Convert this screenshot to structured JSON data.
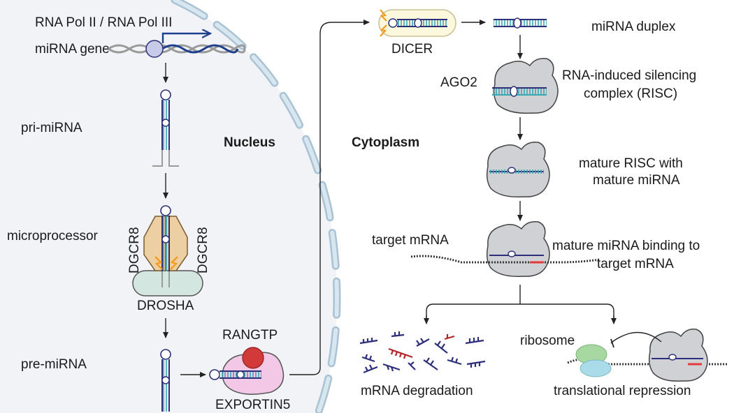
{
  "labels": {
    "pol": "RNA Pol II / RNA Pol III",
    "mirna_gene": "miRNA gene",
    "pri_mirna": "pri-miRNA",
    "nucleus": "Nucleus",
    "microprocessor": "microprocessor",
    "dgcr8_left": "DGCR8",
    "dgcr8_right": "DGCR8",
    "drosha": "DROSHA",
    "pre_mirna": "pre-miRNA",
    "rangtp": "RANGTP",
    "exportin5": "EXPORTIN5",
    "dicer": "DICER",
    "cytoplasm": "Cytoplasm",
    "mirna_duplex": "miRNA duplex",
    "ago2": "AGO2",
    "risc_line1": "RNA-induced silencing",
    "risc_line2": "complex  (RISC)",
    "mature_risc_line1": "mature RISC with",
    "mature_risc_line2": "mature miRNA",
    "target_mrna": "target mRNA",
    "binding_line1": "mature miRNA binding to",
    "binding_line2": "target mRNA",
    "ribosome": "ribosome",
    "mrna_degradation": "mRNA degradation",
    "translational_repression": "translational repression"
  },
  "colors": {
    "membrane": "#c9dce8",
    "membrane_edge": "#a9c2d4",
    "nucleus_bg": "#f1f3f6",
    "rna_dark": "#2d2f7a",
    "rna_teal": "#3aa7b3",
    "dna_gray": "#9a9a9a",
    "dgcr8": "#eccfa3",
    "drosha": "#d3e6df",
    "exportin": "#f2c8e6",
    "rangtp": "#d23a3a",
    "dicer": "#fbf8dd",
    "ago": "#cfd1d4",
    "seed_red": "#e23b3b",
    "ribosome_green": "#a8d8a2",
    "ribosome_blue": "#a9dbe9",
    "arrow": "#222222",
    "arrow_blue": "#1d3f8c",
    "spark": "#f39c1f"
  }
}
